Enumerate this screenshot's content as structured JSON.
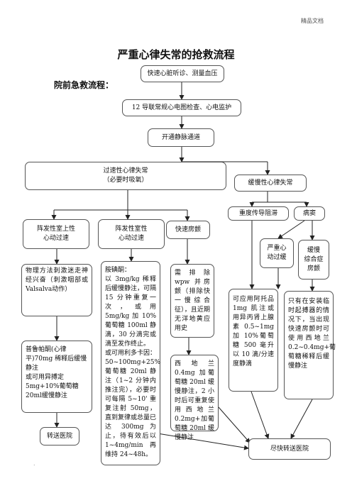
{
  "header": {
    "watermark": "精品文档"
  },
  "title": "严重心律失常的抢救流程",
  "sub_label": "院前急救流程：",
  "nodes": {
    "step1": "快速心脏听诊、测量血压",
    "step2": "12 导联常规心电图检查、心电监护",
    "step3": "开通静脉通道",
    "fast": "过速性心律失常\n（必要时吸氧）",
    "slow": "缓慢性心律失常",
    "svt": "阵发性室上性\n心动过速",
    "vt": "阵发性室性\n心动过速",
    "af": "快速房颤",
    "block": "重度传导阻滞",
    "sss": "病窦",
    "brady": "严重心\n动过缓",
    "sss_slow": "缓慢\n综合症\n房颤",
    "svt_physical": "物理方法刺激迷走神经兴奋（刺激咽部或Valsalva动作）",
    "svt_drug": "普鲁帕酮(心律平)70mg 稀释后缓慢静注\n或可用异搏定5mg+10%葡萄糖20ml缓慢静注",
    "svt_transfer": "转送医院",
    "vt_drug": "胺碘酮：\n以 3mg/kg 稀释后缓慢静注，可隔 15 分钟重复一次，或用 5mg/kg 加 10%葡萄糖 100ml 静滴，30 分滴完或滴至发作终止。\n或可用利多卡因：50~100mg+25%葡萄糖 20ml 静注（1~2 分钟内推注完），必要时可每隔 5~10' 重复注射 50mg，直到复律或总量已达 300mg 为止，待有效后以 1~4mg/min 再维持 24~48h。",
    "af_exclude": "需排除 wpw 并房颤（排除快一慢综合征），且近期无洋地黄应用史",
    "af_drug": "西地兰 0.4mg 加葡萄糖 20ml 缓慢静注，2 小时后可重复使用西地兰 0.2mg+加葡萄糖 20ml 缓慢静注",
    "block_drug": "可应用阿托品 1mg 肌注或用异丙肾上腺素 0.5~1mg 加 10%葡萄糖 500 毫升以 10 滴/分速度静滴",
    "sss_drug": "只有在安装临时起搏器的情况下，当出现快速房颤时可使用西地兰0.2~0.4mg+葡萄糖稀释后缓慢静注",
    "final": "尽快转送医院"
  }
}
